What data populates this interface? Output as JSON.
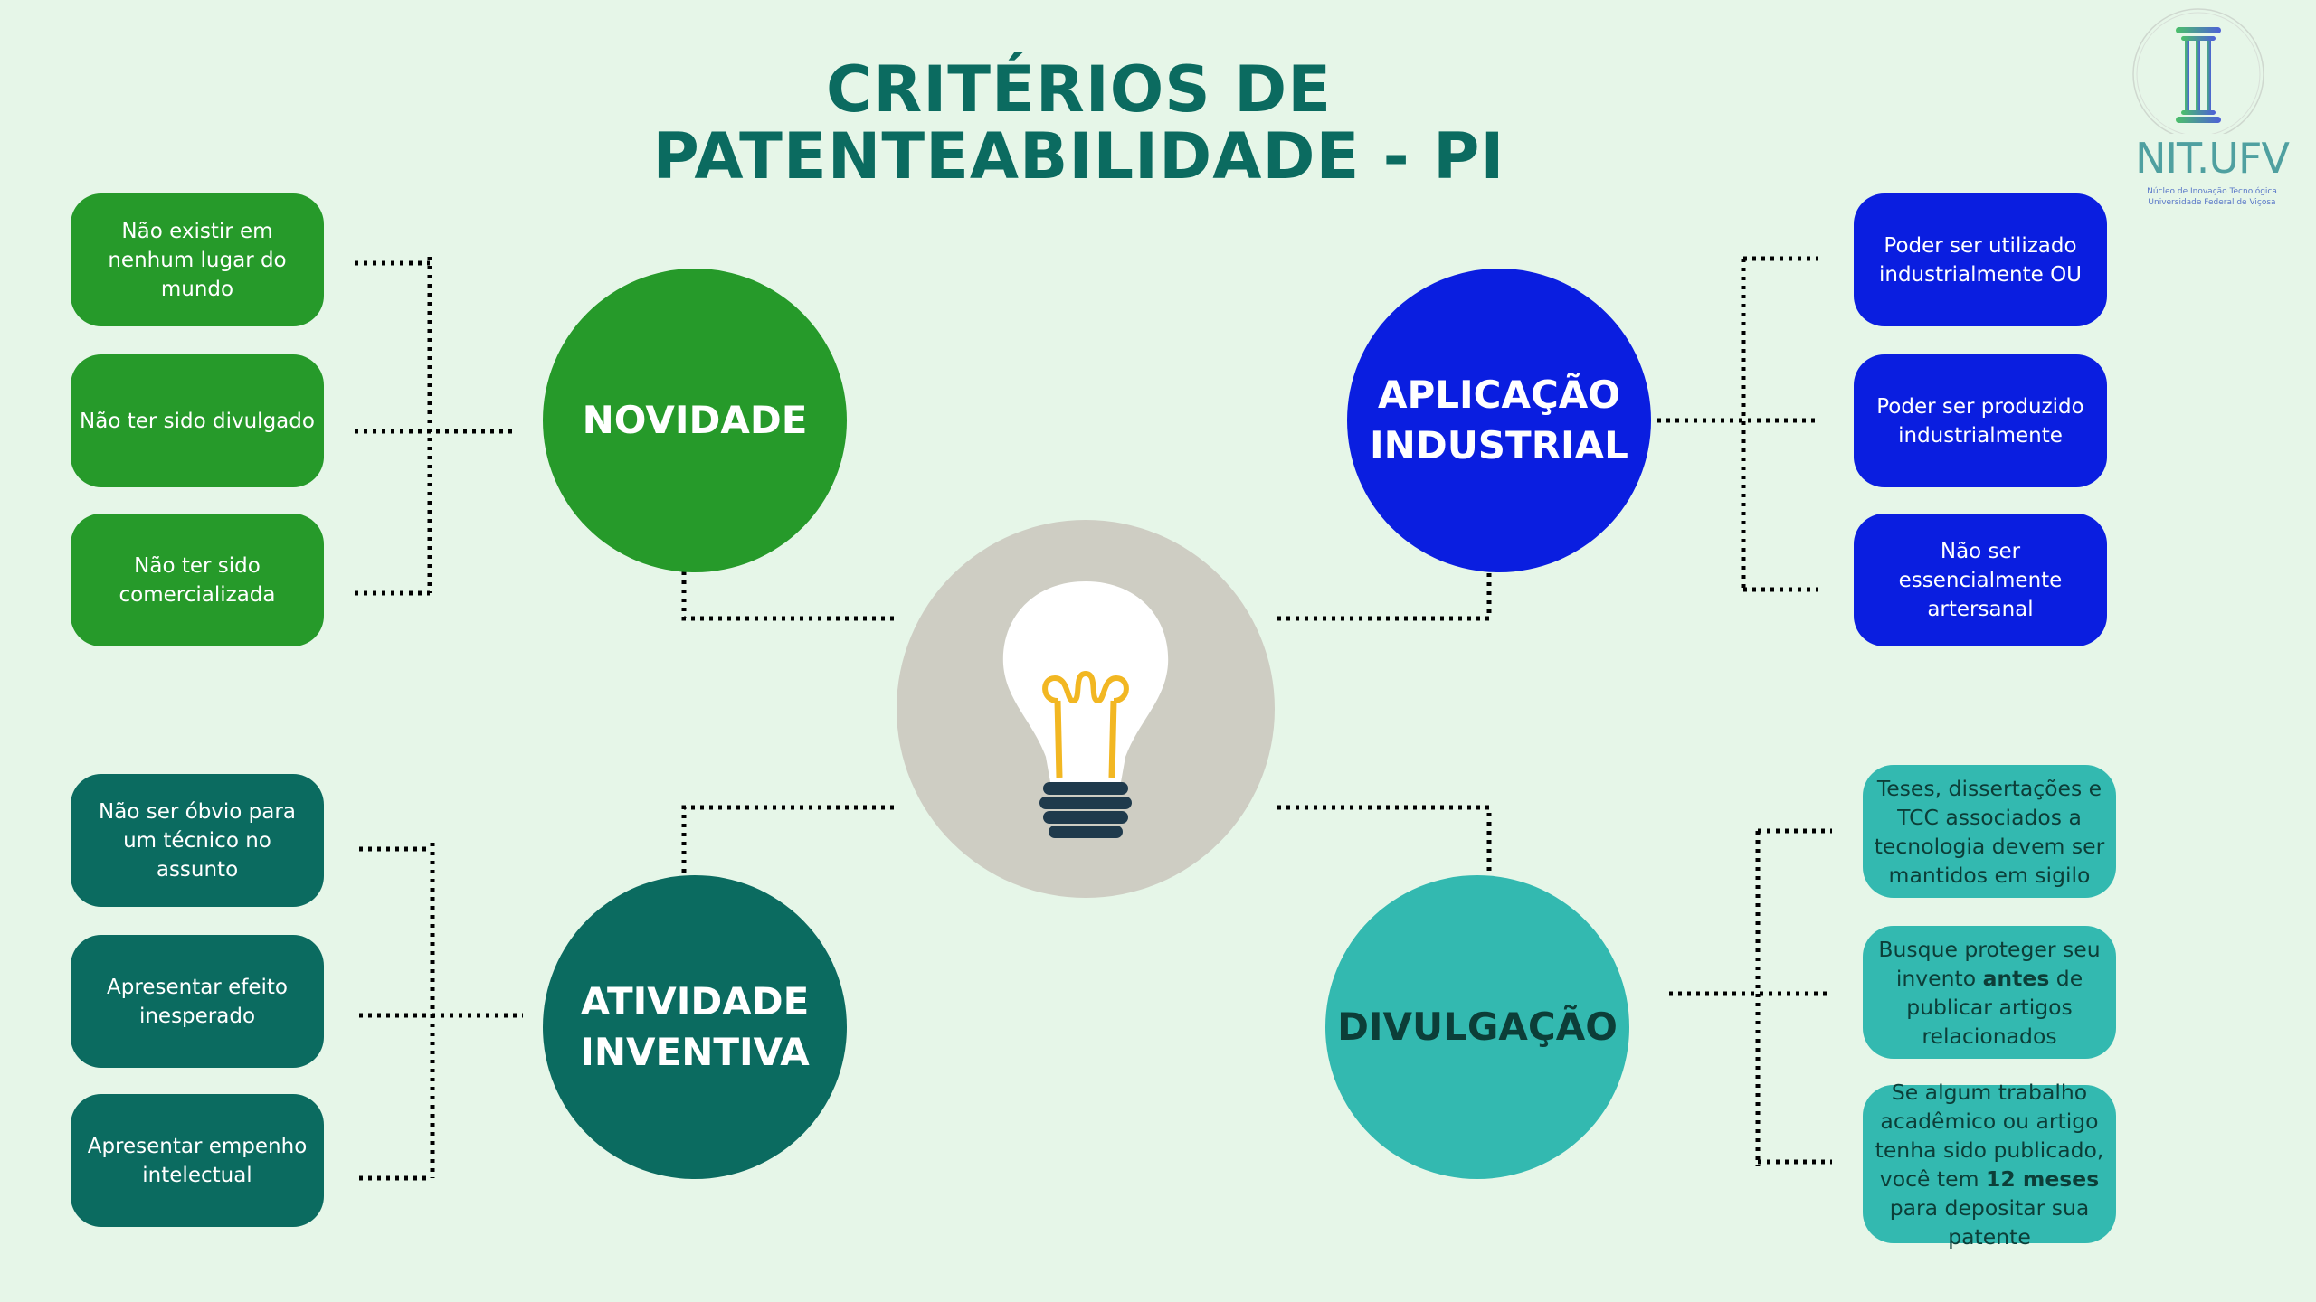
{
  "title": {
    "line1": "CRITÉRIOS DE",
    "line2": "PATENTEABILIDADE - PI"
  },
  "logo": {
    "name": "NIT.UFV",
    "subtitle1": "Núcleo de Inovação Tecnológica",
    "subtitle2": "Universidade Federal de Viçosa"
  },
  "colors": {
    "background": "#e6f6e8",
    "novidade": "#269a2a",
    "aplicacao": "#0a1ee0",
    "atividade": "#0b6b60",
    "divulgacao": "#33b9b0",
    "title": "#0b6b60"
  },
  "novidade": {
    "label": "NOVIDADE",
    "items": [
      "Não existir em nenhum lugar do mundo",
      "Não ter sido divulgado",
      "Não ter sido comercializada"
    ]
  },
  "aplicacao": {
    "label_line1": "APLICAÇÃO",
    "label_line2": "INDUSTRIAL",
    "items": [
      "Poder ser utilizado industrialmente OU",
      "Poder ser produzido industrialmente",
      "Não ser essencialmente artersanal"
    ]
  },
  "atividade": {
    "label_line1": "ATIVIDADE",
    "label_line2": "INVENTIVA",
    "items": [
      "Não ser óbvio para um técnico no assunto",
      "Apresentar efeito inesperado",
      "Apresentar empenho intelectual"
    ]
  },
  "divulgacao": {
    "label": "DIVULGAÇÃO",
    "items": [
      {
        "text": "Teses, dissertações e TCC associados a tecnologia devem ser mantidos em sigilo"
      },
      {
        "pre": "Busque proteger seu invento ",
        "bold": "antes",
        "post": " de publicar artigos relacionados"
      },
      {
        "pre": "Se algum trabalho acadêmico ou artigo tenha sido publicado, você tem ",
        "bold": "12 meses",
        "post": " para depositar sua patente"
      }
    ]
  },
  "center_icon": "lightbulb-icon"
}
